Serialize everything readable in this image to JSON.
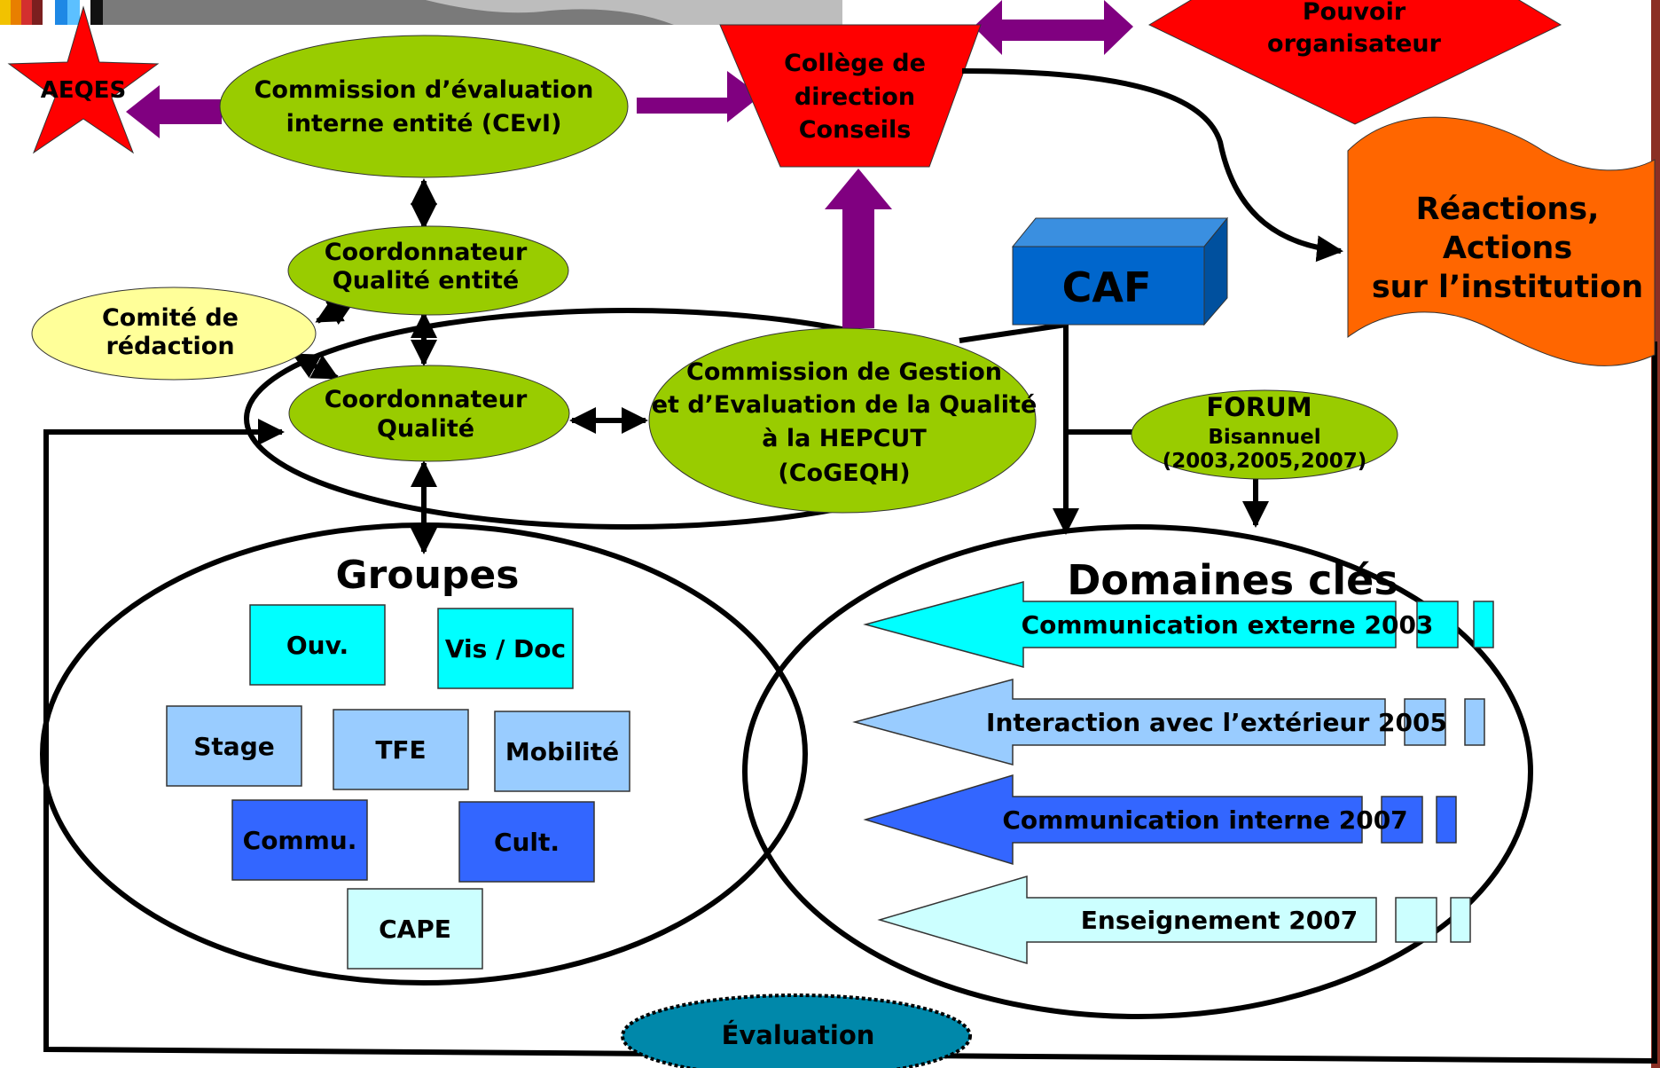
{
  "nodes": {
    "aeqes": "AEQES",
    "cevi": [
      "Commission d’évaluation",
      "interne  entité (CEvI)"
    ],
    "college": [
      "Collège de",
      "direction",
      "Conseils"
    ],
    "pouvoir": [
      "Pouvoir",
      "organisateur"
    ],
    "reactions": [
      "Réactions,",
      "Actions",
      "sur l’institution"
    ],
    "caf": "CAF",
    "coord_entite": [
      "Coordonnateur",
      "Qualité entité"
    ],
    "comite": [
      "Comité de",
      "rédaction"
    ],
    "coord_qualite": [
      "Coordonnateur",
      "Qualité"
    ],
    "cogeqh": [
      "Commission de Gestion",
      "et d’Evaluation de la Qualité",
      "à la HEPCUT",
      "(CoGEQH)"
    ],
    "forum": [
      "FORUM",
      "Bisannuel",
      "(2003,2005,2007)"
    ],
    "evaluation": "Évaluation"
  },
  "groupes": {
    "title": "Groupes",
    "items": [
      {
        "label": "Ouv.",
        "color": "#00FFFF"
      },
      {
        "label": "Vis / Doc",
        "color": "#00FFFF"
      },
      {
        "label": "Stage",
        "color": "#99CCFF"
      },
      {
        "label": "TFE",
        "color": "#99CCFF"
      },
      {
        "label": "Mobilité",
        "color": "#99CCFF"
      },
      {
        "label": "Commu.",
        "color": "#3366FF"
      },
      {
        "label": "Cult.",
        "color": "#3366FF"
      },
      {
        "label": "CAPE",
        "color": "#CCFFFF"
      }
    ]
  },
  "domaines": {
    "title": "Domaines clés",
    "items": [
      {
        "label": "Communication externe 2003",
        "color": "#00FFFF"
      },
      {
        "label": "Interaction avec l’extérieur 2005",
        "color": "#99CCFF"
      },
      {
        "label": "Communication interne 2007",
        "color": "#3366FF"
      },
      {
        "label": "Enseignement 2007",
        "color": "#CCFFFF"
      }
    ]
  },
  "colors": {
    "green": "#99CC00",
    "red": "#FF0000",
    "purple": "#800080",
    "orange": "#FF6600",
    "yellow": "#FFFF99",
    "caf_blue": "#0066CC",
    "eval_teal": "#0088AA"
  }
}
